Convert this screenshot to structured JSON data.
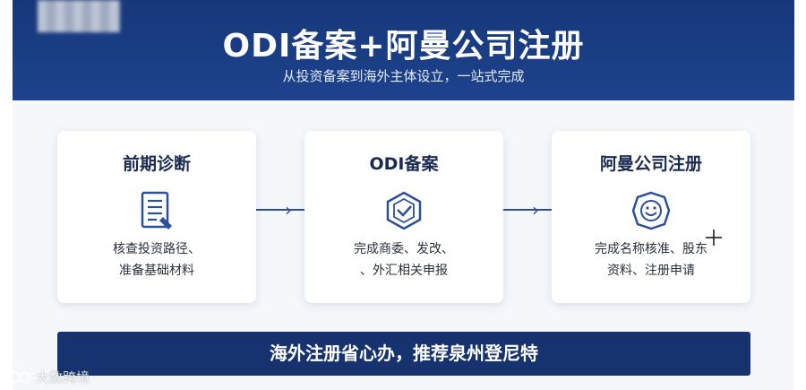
{
  "header": {
    "title": "ODI备案+阿曼公司注册",
    "subtitle": "从投资备案到海外主体设立，一站式完成"
  },
  "steps": [
    {
      "title": "前期诊断",
      "icon": "document-icon",
      "line1": "核查投资路径、",
      "line2": "准备基础材料"
    },
    {
      "title": "ODI备案",
      "icon": "shield-check-icon",
      "line1": "完成商委、发改、",
      "line2": "、外汇相关申报"
    },
    {
      "title": "阿曼公司注册",
      "icon": "smile-badge-icon",
      "line1": "完成名称核准、股东",
      "line2": "资料、注册申请"
    }
  ],
  "banner": {
    "text": "海外注册省心办，推荐泉州登尼特"
  },
  "watermark": {
    "text": "大数跨境"
  },
  "colors": {
    "primary": "#17377a",
    "accent": "#2b4f98",
    "background": "#f5f7fb"
  }
}
